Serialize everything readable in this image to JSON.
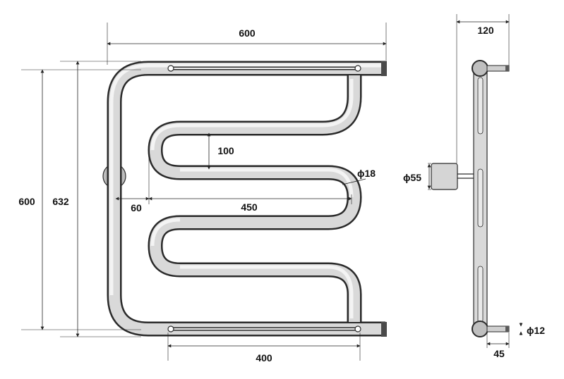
{
  "dimensions": {
    "overall_width": "600",
    "side_depth": "120",
    "bend_spacing": "100",
    "pipe_diameter": "18",
    "flange_diameter": "55",
    "total_height": "600",
    "outer_height": "632",
    "left_offset": "60",
    "bend_span": "450",
    "mount_spacing": "400",
    "mount_diameter": "12",
    "mount_depth": "45"
  },
  "symbols": {
    "diameter": "ϕ"
  },
  "colors": {
    "tube_outline": "#2a2a2a",
    "tube_fill": "#d9d9d9",
    "dimension_line": "#222222"
  }
}
